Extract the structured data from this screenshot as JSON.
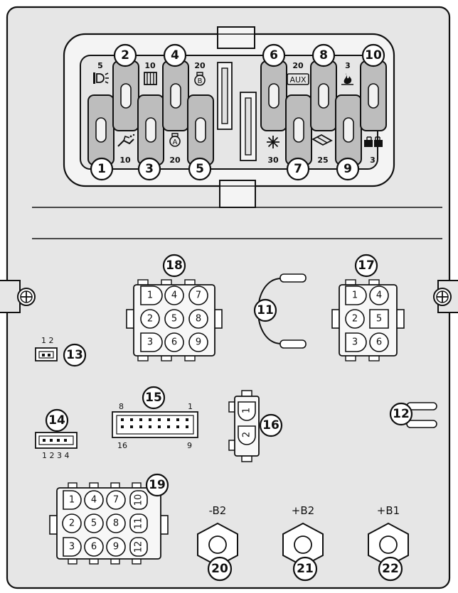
{
  "fuses": [
    {
      "number": "1",
      "rating": "5",
      "icon": "side-light-icon"
    },
    {
      "number": "2",
      "rating": "10",
      "icon": "windscreen-washer-icon"
    },
    {
      "number": "3",
      "rating": "10",
      "icon": "heated-rear-window-icon"
    },
    {
      "number": "4",
      "rating": "20",
      "icon": "bulb-a-icon"
    },
    {
      "number": "5",
      "rating": "20",
      "icon": "bulb-b-icon"
    },
    {
      "number": "6",
      "rating": "30",
      "icon": "air-conditioning-icon"
    },
    {
      "number": "7",
      "rating": "20",
      "icon": "aux-icon"
    },
    {
      "number": "8",
      "rating": "25",
      "icon": "wiper-icon"
    },
    {
      "number": "9",
      "rating": "3",
      "icon": "heater-flame-icon"
    },
    {
      "number": "10",
      "rating": "3",
      "icon": "battery-icon"
    }
  ],
  "aux_label": "AUX",
  "bulb_a_letter": "A",
  "bulb_b_letter": "B",
  "components": {
    "c11": "11",
    "c12": "12",
    "c13": "13",
    "c14": "14",
    "c15": "15",
    "c16": "16",
    "c17": "17",
    "c18": "18",
    "c19": "19",
    "c20": "20",
    "c21": "21",
    "c22": "22"
  },
  "connector18_pins": [
    "1",
    "4",
    "7",
    "2",
    "5",
    "8",
    "3",
    "6",
    "9"
  ],
  "connector17_pins": [
    "1",
    "4",
    "2",
    "5",
    "3",
    "6"
  ],
  "connector19_pins": [
    "1",
    "4",
    "7",
    "10",
    "2",
    "5",
    "8",
    "11",
    "3",
    "6",
    "9",
    "12"
  ],
  "connector16_pins": [
    "1",
    "2"
  ],
  "connector13_pins": "1 2",
  "connector14_pins": "1 2 3 4",
  "connector15_pins": {
    "top_left": "8",
    "top_right": "1",
    "bottom_left": "16",
    "bottom_right": "9"
  },
  "terminals": [
    "-B2",
    "+B2",
    "+B1"
  ]
}
